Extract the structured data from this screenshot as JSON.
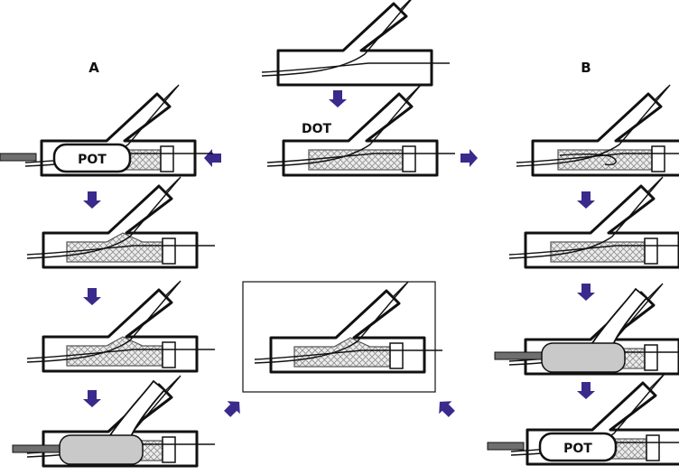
{
  "labels": {
    "col_a": "A",
    "col_b": "B",
    "dot": "DOT",
    "pot": "POT"
  },
  "colors": {
    "arrow": "#3a2a8c",
    "outline": "#111111",
    "mesh_fill": "#e8e8e8",
    "mesh_line": "#9a9a9a",
    "balloon": "#c9c9c9",
    "guidewire_tube": "#6f6f6f"
  }
}
